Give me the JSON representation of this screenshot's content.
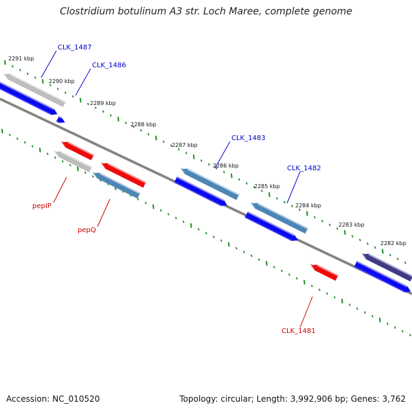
{
  "title": "Clostridium botulinum A3 str. Loch Maree, complete genome",
  "footer": {
    "accession": "Accession: NC_010520",
    "info": "Topology: circular; Length: 3,992,906 bp; Genes: 3,762"
  },
  "colors": {
    "backbone": "#808080",
    "tick": "#1f8a1f",
    "forward_label": "#0000cc",
    "reverse_label": "#cc0000",
    "cds_blue": "#0a0aee",
    "cds_steel": "#4b86b5",
    "cds_gray": "#bdbdbd",
    "cds_red": "#ee0a0a",
    "cds_purple": "#3f3b86"
  },
  "kbp_marks": [
    "2291 kbp",
    "2290 kbp",
    "2289 kbp",
    "2288 kbp",
    "2287 kbp",
    "2286 kbp",
    "2285 kbp",
    "2284 kbp",
    "2283 kbp",
    "2282 kbp"
  ],
  "features": [
    {
      "label": "CLK_1487",
      "strand": "forward",
      "color": "cds_gray"
    },
    {
      "label": "",
      "strand": "forward",
      "color": "cds_blue"
    },
    {
      "label": "CLK_1486",
      "strand": "forward",
      "color": "cds_blue"
    },
    {
      "label": "CLK_1483",
      "strand": "forward",
      "color": "cds_steel"
    },
    {
      "label": "",
      "strand": "forward",
      "color": "cds_blue"
    },
    {
      "label": "CLK_1482",
      "strand": "forward",
      "color": "cds_steel"
    },
    {
      "label": "",
      "strand": "forward",
      "color": "cds_blue"
    },
    {
      "label": "",
      "strand": "forward",
      "color": "cds_purple"
    },
    {
      "label": "",
      "strand": "forward",
      "color": "cds_blue"
    },
    {
      "label": "",
      "strand": "reverse",
      "color": "cds_red"
    },
    {
      "label": "pepIP",
      "strand": "reverse",
      "color": "cds_gray"
    },
    {
      "label": "",
      "strand": "reverse",
      "color": "cds_red"
    },
    {
      "label": "pepQ",
      "strand": "reverse",
      "color": "cds_steel"
    },
    {
      "label": "CLK_1481",
      "strand": "reverse",
      "color": "cds_red"
    }
  ]
}
